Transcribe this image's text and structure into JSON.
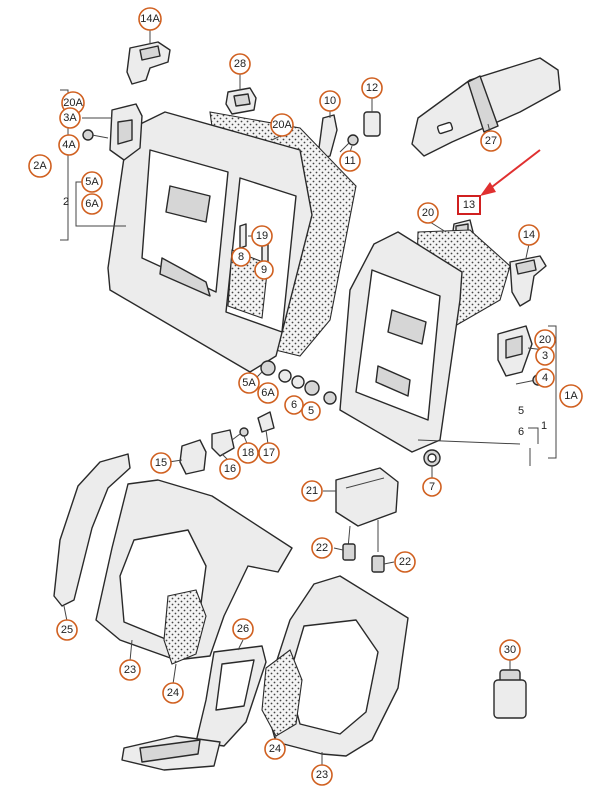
{
  "diagram": {
    "callouts": {
      "c14A": "14A",
      "c28": "28",
      "c20A_top": "20A",
      "c3A": "3A",
      "c4A": "4A",
      "c2A": "2A",
      "c5A_top": "5A",
      "c2": "2",
      "c6A_top": "6A",
      "c20A_mid": "20A",
      "c10": "10",
      "c12": "12",
      "c11": "11",
      "c27": "27",
      "c19": "19",
      "c8": "8",
      "c9": "9",
      "c20": "20",
      "c14": "14",
      "c20_right": "20",
      "c3": "3",
      "c4": "4",
      "c1A": "1A",
      "c5A_bottom": "5A",
      "c6A_bottom": "6A",
      "c6_mid": "6",
      "c5_mid": "5",
      "c15": "15",
      "c16": "16",
      "c18": "18",
      "c17": "17",
      "c7": "7",
      "c21": "21",
      "c22_left": "22",
      "c22_right": "22",
      "c25": "25",
      "c26": "26",
      "c23_left": "23",
      "c24_left": "24",
      "c24_right": "24",
      "c23_right": "23",
      "c30": "30"
    },
    "highlighted_part": "13",
    "plain_labels": {
      "p5": "5",
      "p6": "6",
      "p1": "1"
    },
    "highlight_color": "#e03030",
    "callout_ring_color": "#d06020"
  }
}
